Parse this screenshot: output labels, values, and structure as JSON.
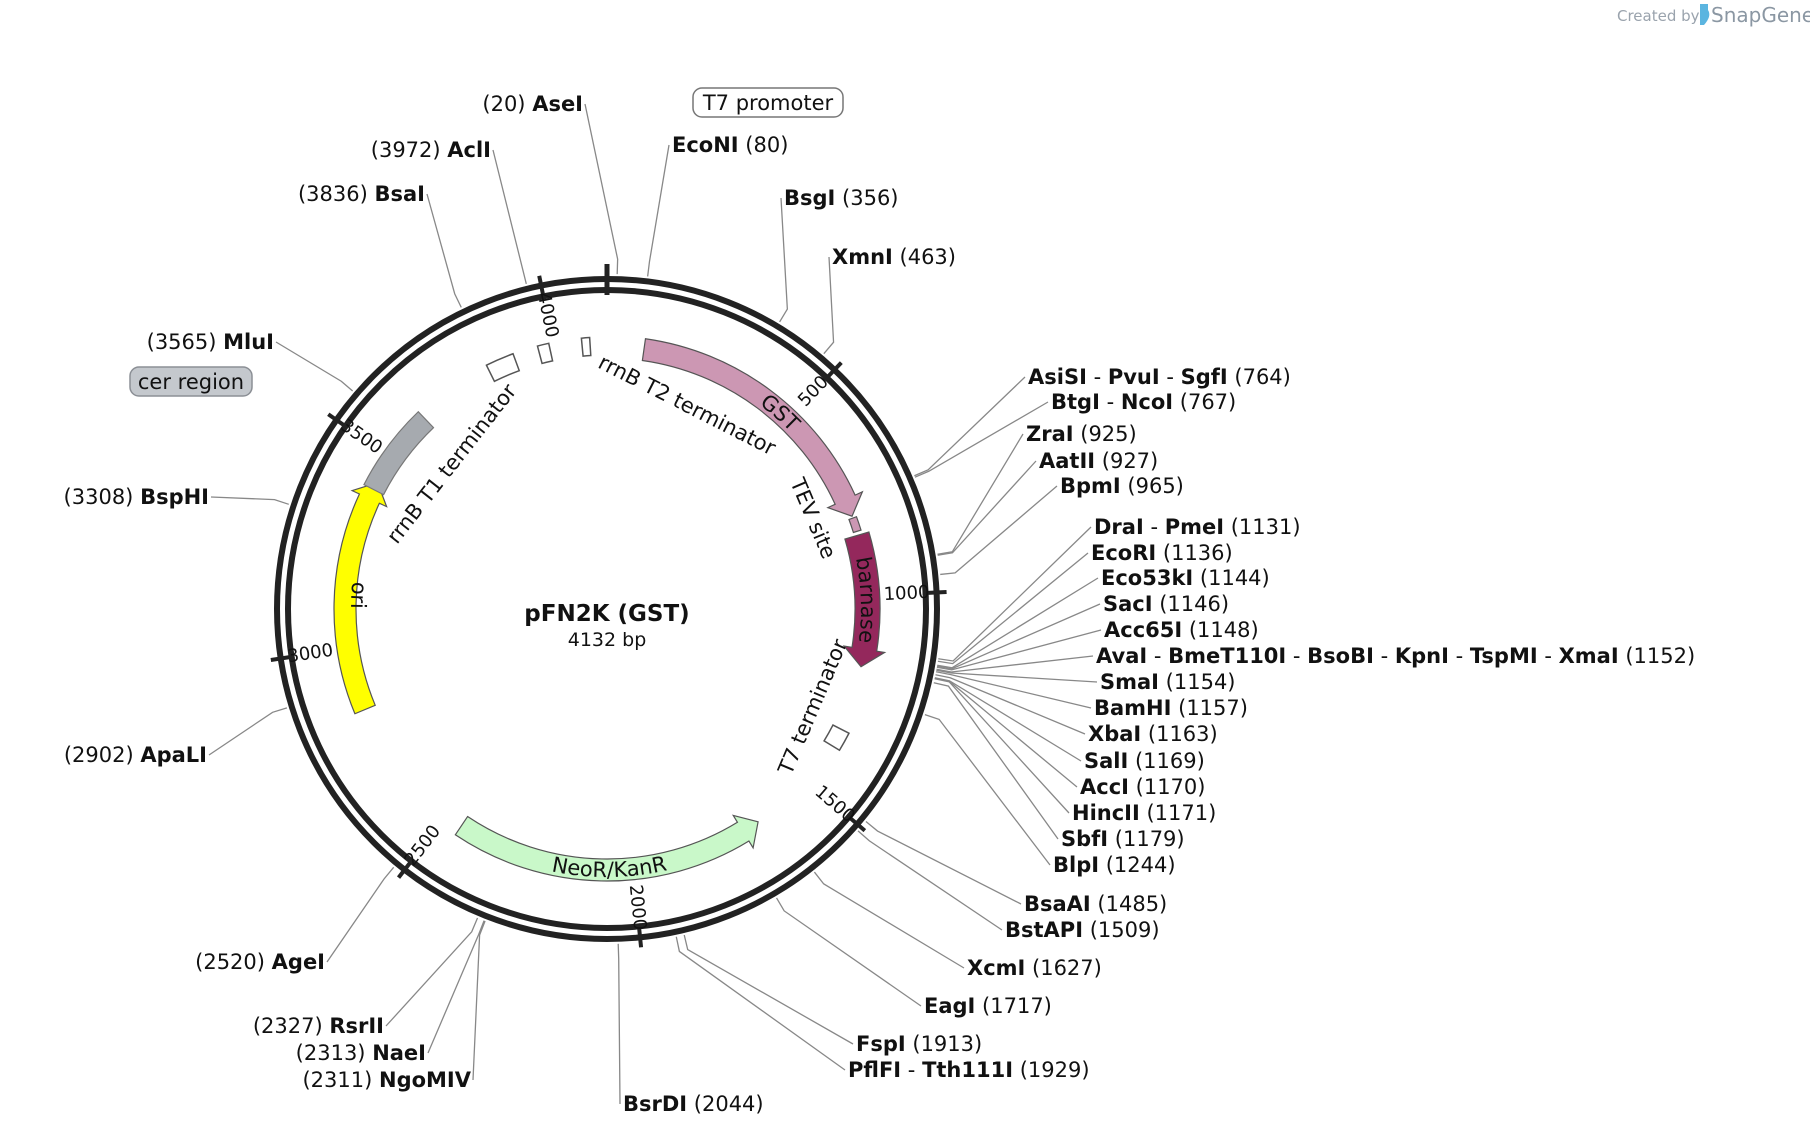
{
  "header": {
    "credit_prefix": "Created by",
    "brand_name": "SnapGene",
    "brand_icon": "snapgene-logo-icon"
  },
  "plasmid": {
    "name": "pFN2K (GST)",
    "size_label": "4132 bp",
    "length": 4132
  },
  "ticks": [
    {
      "pos": 500,
      "label": "500"
    },
    {
      "pos": 1000,
      "label": "1000"
    },
    {
      "pos": 1500,
      "label": "1500"
    },
    {
      "pos": 2000,
      "label": "2000"
    },
    {
      "pos": 2500,
      "label": "2500"
    },
    {
      "pos": 3000,
      "label": "3000"
    },
    {
      "pos": 3500,
      "label": "3500"
    },
    {
      "pos": 4000,
      "label": "4000"
    }
  ],
  "features": [
    {
      "name": "GST",
      "kind": "arrow",
      "start": 93,
      "end": 795,
      "color": "#cc97b3",
      "label_inside": true
    },
    {
      "name": "TEV site",
      "kind": "tiny",
      "start": 800,
      "end": 835,
      "color": "#cc97b3"
    },
    {
      "name": "barnase",
      "kind": "arrow",
      "start": 845,
      "end": 1180,
      "color": "#94285c",
      "label_inside": true,
      "label_color": "#ffffff"
    },
    {
      "name": "T7 terminator",
      "kind": "box",
      "start": 1345,
      "end": 1392
    },
    {
      "name": "NeoR/KanR",
      "kind": "arrow_rev",
      "start": 1660,
      "end": 2455,
      "color": "#c9f8c9",
      "label_inside": true
    },
    {
      "name": "ori",
      "kind": "arrow",
      "start": 2840,
      "end": 3430,
      "color": "#ffff00",
      "label_inside": true
    },
    {
      "name": "rrnB T1 terminator",
      "kind": "gray",
      "start": 3410,
      "end": 3630,
      "color": "#a6aaaf"
    },
    {
      "name": "rrnB T2 terminator",
      "kind": "boxes",
      "boxes": [
        [
          3830,
          3900
        ],
        [
          3962,
          3990
        ],
        [
          4070,
          4090
        ]
      ]
    },
    {
      "name": "T7 promoter",
      "kind": "feature_label"
    },
    {
      "name": "cer region",
      "kind": "feature_label"
    }
  ],
  "feature_labels": {
    "rrnB_t1": "rrnB T1 terminator",
    "rrnB_t2": "rrnB T2 terminator",
    "tev": "TEV site",
    "t7term": "T7 terminator",
    "gst": "GST",
    "barnase": "barnase",
    "neo": "NeoR/KanR",
    "ori": "ori",
    "t7prom": "T7 promoter",
    "cer": "cer region"
  },
  "sites": [
    {
      "text": [
        "AseI"
      ],
      "pos": "(20)",
      "bp": 20,
      "side": "left"
    },
    {
      "text": [
        "AclI"
      ],
      "pos": "(3972)",
      "bp": 3972,
      "side": "left"
    },
    {
      "text": [
        "BsaI"
      ],
      "pos": "(3836)",
      "bp": 3836,
      "side": "left"
    },
    {
      "text": [
        "MluI"
      ],
      "pos": "(3565)",
      "bp": 3565,
      "side": "left"
    },
    {
      "text": [
        "BspHI"
      ],
      "pos": "(3308)",
      "bp": 3308,
      "side": "left"
    },
    {
      "text": [
        "ApaLI"
      ],
      "pos": "(2902)",
      "bp": 2902,
      "side": "left"
    },
    {
      "text": [
        "AgeI"
      ],
      "pos": "(2520)",
      "bp": 2520,
      "side": "left"
    },
    {
      "text": [
        "RsrII"
      ],
      "pos": "(2327)",
      "bp": 2327,
      "side": "left"
    },
    {
      "text": [
        "NaeI"
      ],
      "pos": "(2313)",
      "bp": 2313,
      "side": "left"
    },
    {
      "text": [
        "NgoMIV"
      ],
      "pos": "(2311)",
      "bp": 2311,
      "side": "left"
    },
    {
      "text": [
        "BsrDI"
      ],
      "pos": "(2044)",
      "bp": 2044,
      "side": "right"
    },
    {
      "text": [
        "EcoNI"
      ],
      "pos": "(80)",
      "bp": 80,
      "side": "right"
    },
    {
      "text": [
        "BsgI"
      ],
      "pos": "(356)",
      "bp": 356,
      "side": "right"
    },
    {
      "text": [
        "XmnI"
      ],
      "pos": "(463)",
      "bp": 463,
      "side": "right"
    },
    {
      "text": [
        "AsiSI",
        "PvuI",
        "SgfI"
      ],
      "pos": "(764)",
      "bp": 764,
      "side": "right"
    },
    {
      "text": [
        "BtgI",
        "NcoI"
      ],
      "pos": "(767)",
      "bp": 767,
      "side": "right"
    },
    {
      "text": [
        "ZraI"
      ],
      "pos": "(925)",
      "bp": 925,
      "side": "right"
    },
    {
      "text": [
        "AatII"
      ],
      "pos": "(927)",
      "bp": 927,
      "side": "right"
    },
    {
      "text": [
        "BpmI"
      ],
      "pos": "(965)",
      "bp": 965,
      "side": "right"
    },
    {
      "text": [
        "DraI",
        "PmeI"
      ],
      "pos": "(1131)",
      "bp": 1131,
      "side": "right"
    },
    {
      "text": [
        "EcoRI"
      ],
      "pos": "(1136)",
      "bp": 1136,
      "side": "right"
    },
    {
      "text": [
        "Eco53kI"
      ],
      "pos": "(1144)",
      "bp": 1144,
      "side": "right"
    },
    {
      "text": [
        "SacI"
      ],
      "pos": "(1146)",
      "bp": 1146,
      "side": "right"
    },
    {
      "text": [
        "Acc65I"
      ],
      "pos": "(1148)",
      "bp": 1148,
      "side": "right"
    },
    {
      "text": [
        "AvaI",
        "BmeT110I",
        "BsoBI",
        "KpnI",
        "TspMI",
        "XmaI"
      ],
      "pos": "(1152)",
      "bp": 1152,
      "side": "right"
    },
    {
      "text": [
        "SmaI"
      ],
      "pos": "(1154)",
      "bp": 1154,
      "side": "right"
    },
    {
      "text": [
        "BamHI"
      ],
      "pos": "(1157)",
      "bp": 1157,
      "side": "right"
    },
    {
      "text": [
        "XbaI"
      ],
      "pos": "(1163)",
      "bp": 1163,
      "side": "right"
    },
    {
      "text": [
        "SalI"
      ],
      "pos": "(1169)",
      "bp": 1169,
      "side": "right"
    },
    {
      "text": [
        "AccI"
      ],
      "pos": "(1170)",
      "bp": 1170,
      "side": "right"
    },
    {
      "text": [
        "HincII"
      ],
      "pos": "(1171)",
      "bp": 1171,
      "side": "right"
    },
    {
      "text": [
        "SbfI"
      ],
      "pos": "(1179)",
      "bp": 1179,
      "side": "right"
    },
    {
      "text": [
        "BlpI"
      ],
      "pos": "(1244)",
      "bp": 1244,
      "side": "right"
    },
    {
      "text": [
        "BsaAI"
      ],
      "pos": "(1485)",
      "bp": 1485,
      "side": "right"
    },
    {
      "text": [
        "BstAPI"
      ],
      "pos": "(1509)",
      "bp": 1509,
      "side": "right"
    },
    {
      "text": [
        "XcmI"
      ],
      "pos": "(1627)",
      "bp": 1627,
      "side": "right"
    },
    {
      "text": [
        "EagI"
      ],
      "pos": "(1717)",
      "bp": 1717,
      "side": "right"
    },
    {
      "text": [
        "FspI"
      ],
      "pos": "(1913)",
      "bp": 1913,
      "side": "right"
    },
    {
      "text": [
        "PflFI",
        "Tth111I"
      ],
      "pos": "(1929)",
      "bp": 1929,
      "side": "right"
    }
  ]
}
